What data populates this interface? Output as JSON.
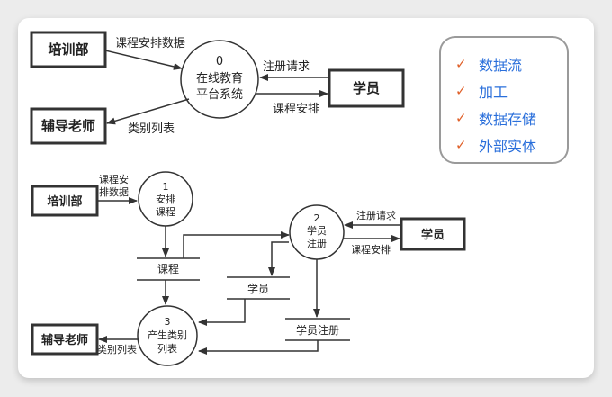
{
  "top": {
    "training_dept": "培训部",
    "tutor": "辅导老师",
    "student": "学员",
    "process_number": "0",
    "process_line1": "在线教育",
    "process_line2": "平台系统",
    "flow_schedule_data": "课程安排数据",
    "flow_category_list": "类别列表",
    "flow_register_request": "注册请求",
    "flow_course_schedule": "课程安排"
  },
  "legend": {
    "items": [
      "数据流",
      "加工",
      "数据存储",
      "外部实体"
    ],
    "check_symbol": "✓"
  },
  "bottom": {
    "training_dept": "培训部",
    "tutor": "辅导老师",
    "student": "学员",
    "p1_number": "1",
    "p1_line1": "安排",
    "p1_line2": "课程",
    "p2_number": "2",
    "p2_line1": "学员",
    "p2_line2": "注册",
    "p3_number": "3",
    "p3_line1": "产生类别",
    "p3_line2": "列表",
    "flow_schedule_line1": "课程安",
    "flow_schedule_line2": "排数据",
    "flow_register_request": "注册请求",
    "flow_course_schedule": "课程安排",
    "flow_category_list": "类别列表",
    "store_course": "课程",
    "store_student": "学员",
    "store_registration": "学员注册"
  },
  "colors": {
    "legend_check": "#e0612a",
    "legend_text": "#2a6fdb"
  }
}
